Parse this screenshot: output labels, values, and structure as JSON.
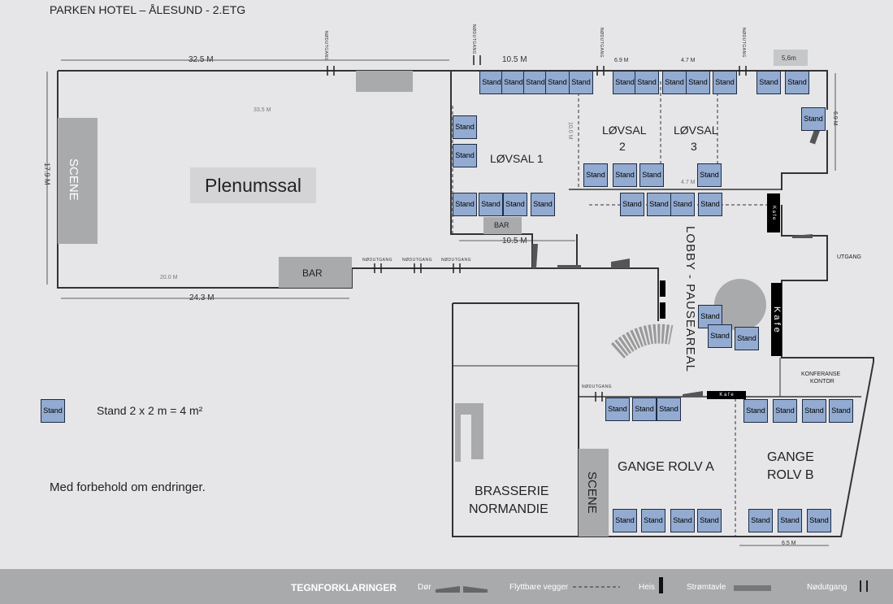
{
  "title": "PARKEN HOTEL – ÅLESUND - 2.ETG",
  "rooms": {
    "plenumssal": "Plenumssal",
    "scene_left": "SCENE",
    "bar_left": "BAR",
    "lovsal1": "LØVSAL 1",
    "lovsal2_a": "LØVSAL",
    "lovsal2_b": "2",
    "lovsal3_a": "LØVSAL",
    "lovsal3_b": "3",
    "bar_small": "BAR",
    "lobby": "LOBBY - PAUSEAREAL",
    "utgang": "UTGANG",
    "kafe_vertical": "K a f e",
    "kafe_small": "K a f e",
    "kafe_bottom": "K a f e",
    "konferanse_a": "KONFERANSE",
    "konferanse_b": "KONTOR",
    "brasserie_a": "BRASSERIE",
    "brasserie_b": "NORMANDIE",
    "scene_bottom": "SCENE",
    "gange_a": "GANGE ROLV A",
    "gange_b_a": "GANGE",
    "gange_b_b": "ROLV B"
  },
  "dimensions": {
    "d1": "32.5 M",
    "d2": "10.5 M",
    "d3": "6.9 M",
    "d4": "4.7 M",
    "d5": "5,6m",
    "d6": "33.5 M",
    "d7": "17.9 M",
    "d8": "20.0 M",
    "d9": "24.3 M",
    "d10": "10.5 M",
    "d11": "10.0 M",
    "d12": "4.7 M",
    "d13": "6.9 M",
    "d14": "6.5 M"
  },
  "nodutgang": "NØDUTGANG",
  "stand_label": "Stand",
  "stand_legend": "Stand 2 x 2 m = 4 m²",
  "disclaimer": "Med forbehold om endringer.",
  "legend": {
    "title": "TEGNFORKLARINGER",
    "dor": "Dør",
    "flyttbare": "Flyttbare vegger",
    "heis": "Heis",
    "stromtavle": "Strømtavle",
    "nodutgang": "Nødutgang"
  },
  "colors": {
    "stand_fill": "#93abd0",
    "wall": "#333333",
    "scene_fill": "#a9aaac",
    "background": "#e6e6e8"
  },
  "icons": [
    "door-icon",
    "movable-wall-icon",
    "elevator-icon",
    "power-panel-icon",
    "emergency-exit-icon"
  ]
}
